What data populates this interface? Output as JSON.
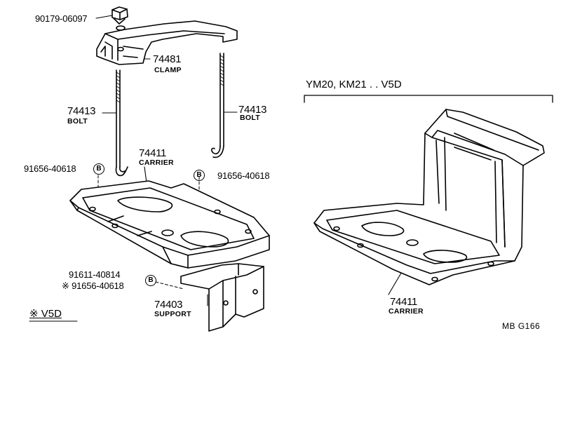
{
  "bracket_header": "YM20, KM21 . . V5D",
  "legend": "※ V5D",
  "drawing_code": "MB  G166",
  "callout_symbol": "B",
  "parts": {
    "nut": {
      "number": "90179-06097"
    },
    "clamp": {
      "number": "74481",
      "name": "CLAMP"
    },
    "bolt_left": {
      "number": "74413",
      "name": "BOLT"
    },
    "bolt_right": {
      "number": "74413",
      "name": "BOLT"
    },
    "carrier_left": {
      "number": "74411",
      "name": "CARRIER"
    },
    "bolt_b_left": {
      "number": "91656-40618"
    },
    "bolt_b_right": {
      "number": "91656-40618"
    },
    "support_bolt": {
      "number": "91611-40814"
    },
    "support_bolt_v5d": {
      "number": "※ 91656-40618"
    },
    "support": {
      "number": "74403",
      "name": "SUPPORT"
    },
    "carrier_right": {
      "number": "74411",
      "name": "CARRIER"
    }
  }
}
